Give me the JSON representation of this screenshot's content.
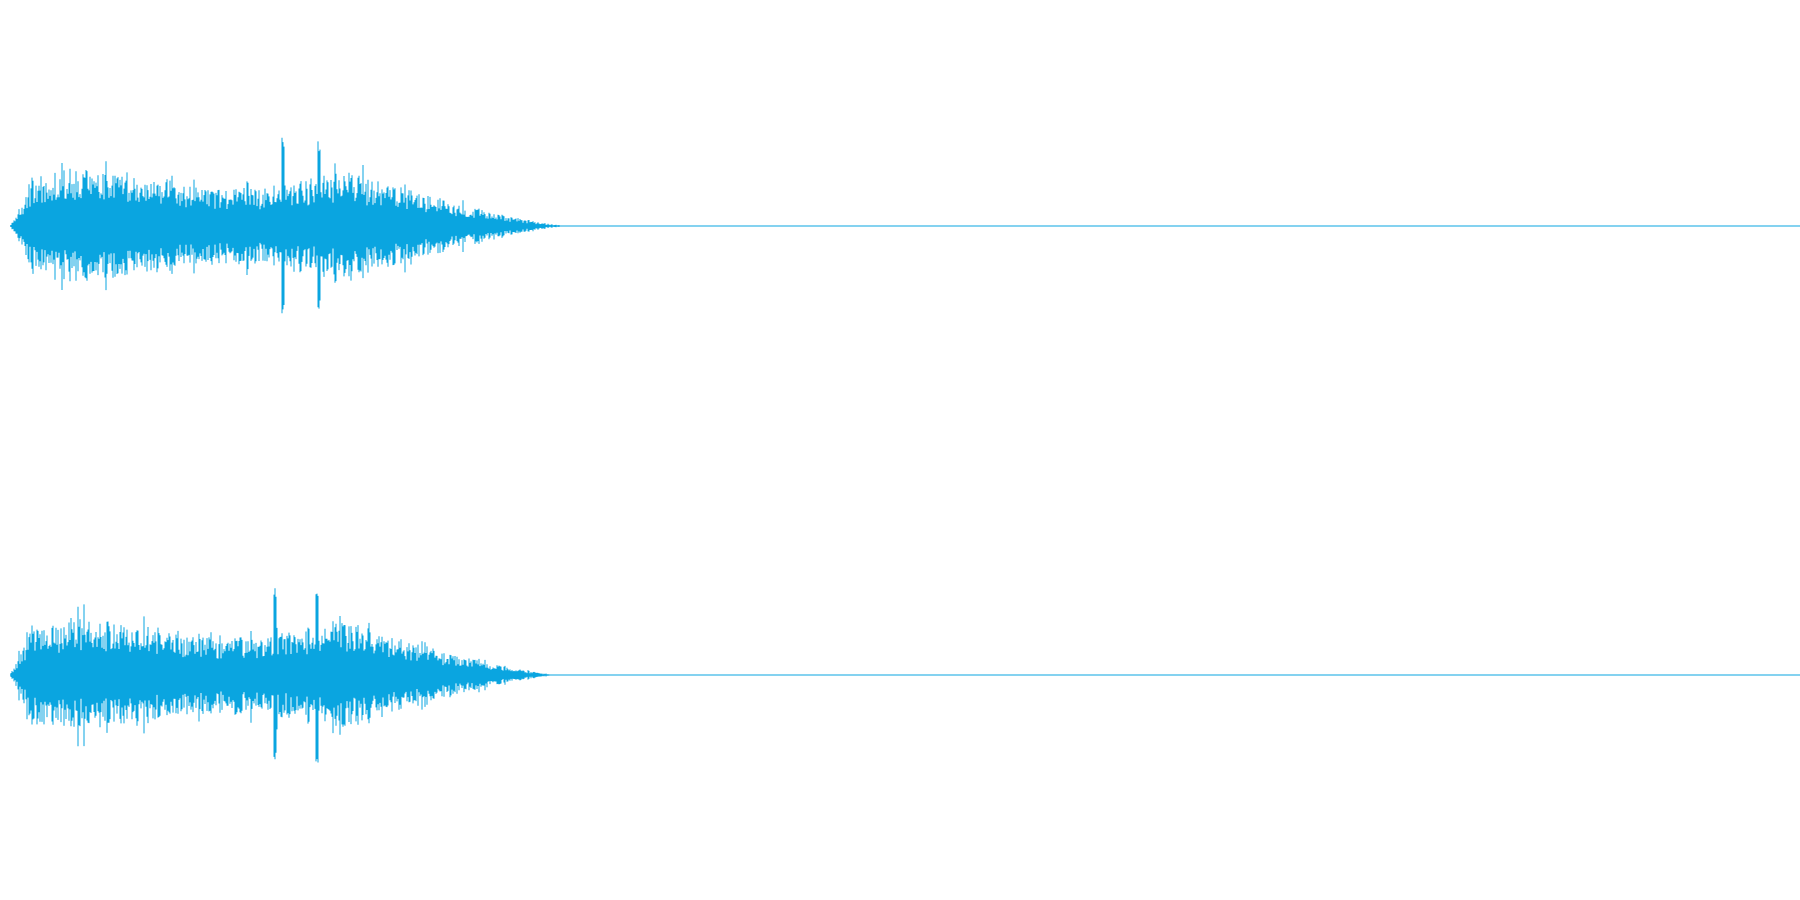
{
  "waveform": {
    "color": "#0aa5e0",
    "background": "#ffffff",
    "channels": [
      {
        "name": "",
        "sound_end_fraction": 0.315,
        "peak_positions_fraction": [
          0.157,
          0.177
        ],
        "seed": 17
      },
      {
        "name": "",
        "sound_end_fraction": 0.31,
        "peak_positions_fraction": [
          0.153,
          0.176
        ],
        "seed": 41
      }
    ]
  }
}
